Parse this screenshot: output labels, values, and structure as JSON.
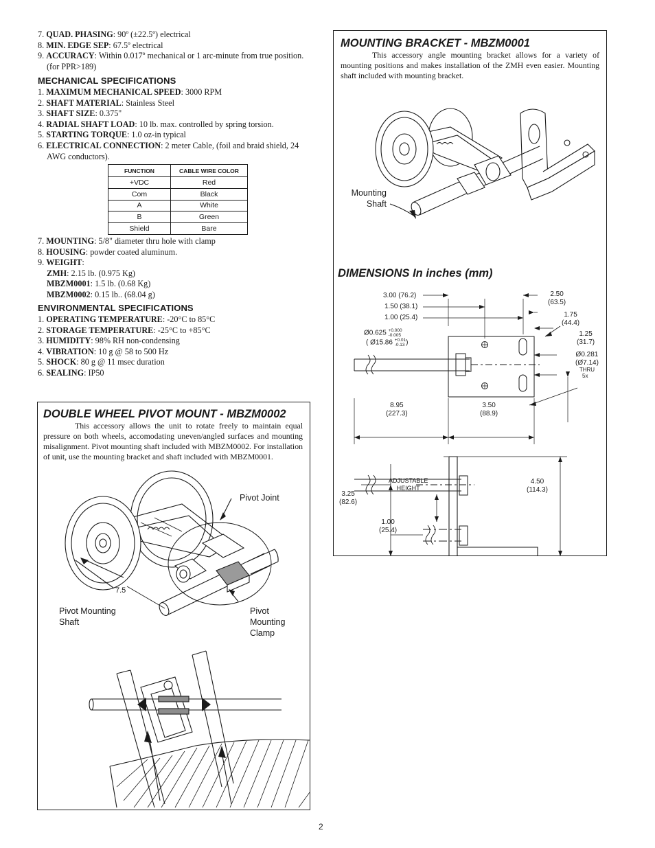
{
  "specs_top": [
    {
      "num": "7.",
      "label": "QUAD. PHASING",
      "value": ": 90º (±22.5º) electrical"
    },
    {
      "num": "8.",
      "label": "MIN. EDGE SEP",
      "value": ": 67.5º electrical"
    },
    {
      "num": "9.",
      "label": "ACCURACY",
      "value": ": Within 0.017º mechanical or 1 arc-minute from true position. (for PPR>189)"
    }
  ],
  "mechanical": {
    "heading": "MECHANICAL SPECIFICATIONS",
    "items": [
      {
        "num": "1.",
        "label": "MAXIMUM MECHANICAL SPEED",
        "value": ": 3000 RPM"
      },
      {
        "num": "2.",
        "label": "SHAFT MATERIAL",
        "value": ": Stainless Steel"
      },
      {
        "num": "3.",
        "label": "SHAFT SIZE",
        "value": ": 0.375\""
      },
      {
        "num": "4.",
        "label": "RADIAL SHAFT LOAD",
        "value": ": 10 lb. max. controlled by spring torsion."
      },
      {
        "num": "5.",
        "label": "STARTING TORQUE",
        "value": ": 1.0 oz-in typical"
      },
      {
        "num": "6.",
        "label": "ELECTRICAL CONNECTION",
        "value": ": 2 meter Cable, (foil and braid shield, 24 AWG conductors)."
      }
    ],
    "cable_table": {
      "headers": [
        "FUNCTION",
        "CABLE WIRE COLOR"
      ],
      "rows": [
        [
          "+VDC",
          "Red"
        ],
        [
          "Com",
          "Black"
        ],
        [
          "A",
          "White"
        ],
        [
          "B",
          "Green"
        ],
        [
          "Shield",
          "Bare"
        ]
      ]
    },
    "items2": [
      {
        "num": "7.",
        "label": "MOUNTING",
        "value": ": 5/8\" diameter thru hole with clamp"
      },
      {
        "num": "8.",
        "label": "HOUSING",
        "value": ": powder coated aluminum."
      },
      {
        "num": "9.",
        "label": "WEIGHT",
        "value": ":"
      }
    ],
    "weights": [
      {
        "label": "ZMH",
        "value": ": 2.15 lb. (0.975 Kg)"
      },
      {
        "label": "MBZM0001",
        "value": ": 1.5 lb. (0.68 Kg)"
      },
      {
        "label": "MBZM0002",
        "value": ": 0.15 lb.. (68.04 g)"
      }
    ]
  },
  "environmental": {
    "heading": "ENVIRONMENTAL SPECIFICATIONS",
    "items": [
      {
        "num": "1.",
        "label": "OPERATING TEMPERATURE",
        "value": ": -20°C to 85°C"
      },
      {
        "num": "2.",
        "label": "STORAGE TEMPERATURE",
        "value": ": -25°C to +85°C"
      },
      {
        "num": "3.",
        "label": "HUMIDITY",
        "value": ": 98% RH non-condensing"
      },
      {
        "num": "4.",
        "label": "VIBRATION",
        "value": ": 10 g @ 58 to 500 Hz"
      },
      {
        "num": "5.",
        "label": "SHOCK",
        "value": ": 80 g @ 11 msec duration"
      },
      {
        "num": "6.",
        "label": "SEALING",
        "value": ": IP50"
      }
    ]
  },
  "pivot_mount": {
    "title": "DOUBLE WHEEL PIVOT MOUNT - MBZM0002",
    "description": "This accessory allows the unit to rotate freely to maintain equal pressure on both wheels, accomodating uneven/angled surfaces and mounting misalignment. Pivot mounting shaft included with MBZM0002. For installation of unit, use the mounting bracket and shaft included with MBZM0001.",
    "labels": {
      "pivot_joint": "Pivot Joint",
      "angle": "7.5",
      "pivot_shaft_1": "Pivot Mounting",
      "pivot_shaft_2": "Shaft",
      "clamp_1": "Pivot",
      "clamp_2": "Mounting",
      "clamp_3": "Clamp"
    }
  },
  "mounting_bracket": {
    "title": "MOUNTING BRACKET - MBZM0001",
    "description": "This accessory angle mounting bracket allows for a variety of mounting positions and makes installation of the ZMH even easier. Mounting shaft included with mounting bracket.",
    "shaft_label_1": "Mounting",
    "shaft_label_2": "Shaft"
  },
  "dimensions": {
    "title": "DIMENSIONS  In inches (mm)",
    "d300": "3.00 (76.2)",
    "d150": "1.50 (38.1)",
    "d100": "1.00 (25.4)",
    "shaft_dia": "Ø0.625",
    "shaft_tol_up": "+0.000",
    "shaft_tol_dn": "-0.005",
    "shaft_dia_mm": "Ø15.86",
    "shaft_tol_up_mm": "+0.01",
    "shaft_tol_dn_mm": "-0.13",
    "d250": "2.50",
    "d250mm": "(63.5)",
    "d175": "1.75",
    "d175mm": "(44.4)",
    "d125": "1.25",
    "d125mm": "(31.7)",
    "hole": "Ø0.281",
    "hole_mm": "(Ø7.14)",
    "thru": "THRU",
    "qty": "5x",
    "d895": "8.95",
    "d895mm": "(227.3)",
    "d350": "3.50",
    "d350mm": "(88.9)",
    "adj_1": "ADJUSTABLE",
    "adj_2": "HEIGHT",
    "d450": "4.50",
    "d450mm": "(114.3)",
    "d325": "3.25",
    "d325mm": "(82.6)",
    "d100b": "1.00",
    "d100bmm": "(25.4)"
  },
  "page_number": "2"
}
